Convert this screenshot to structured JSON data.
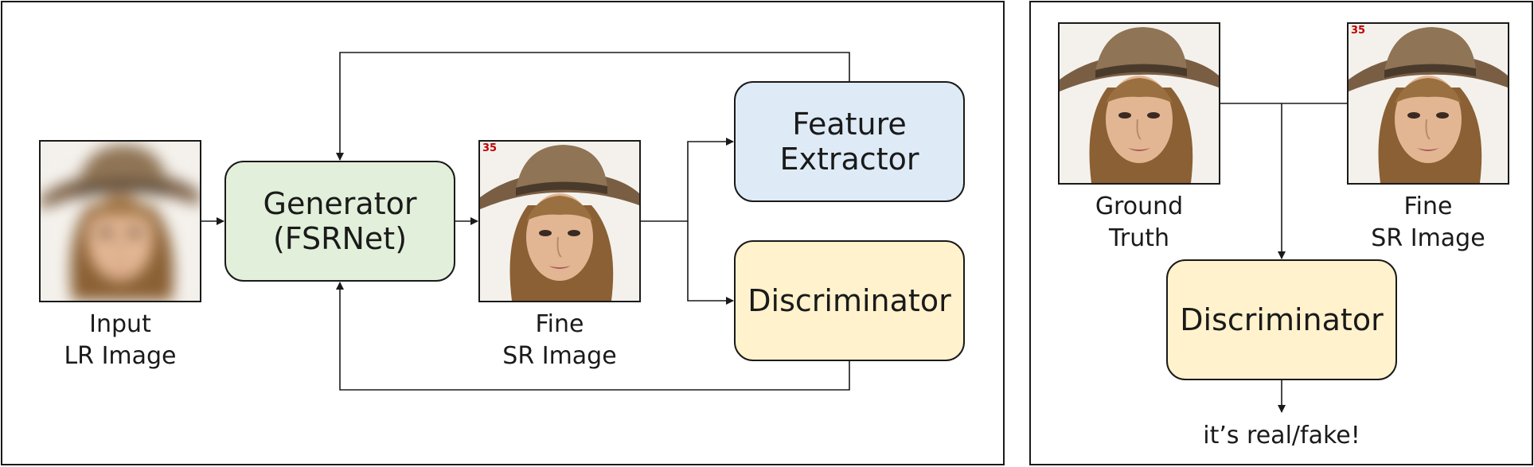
{
  "left_panel": {
    "input_image": {
      "caption_line1": "Input",
      "caption_line2": "LR Image"
    },
    "generator": {
      "line1": "Generator",
      "line2": "(FSRNet)"
    },
    "sr_image": {
      "badge": "35",
      "caption_line1": "Fine",
      "caption_line2": "SR Image"
    },
    "feature_extractor": {
      "line1": "Feature",
      "line2": "Extractor"
    },
    "discriminator": {
      "label": "Discriminator"
    }
  },
  "right_panel": {
    "ground_truth": {
      "caption_line1": "Ground",
      "caption_line2": "Truth"
    },
    "sr_image": {
      "badge": "35",
      "caption_line1": "Fine",
      "caption_line2": "SR Image"
    },
    "discriminator": {
      "label": "Discriminator"
    },
    "verdict": "it’s real/fake!"
  },
  "colors": {
    "generator_fill": "#e2efda",
    "feature_extractor_fill": "#deebf7",
    "discriminator_fill": "#fff2cc",
    "badge_text": "#c00000",
    "lines": "#1a1a1a"
  }
}
